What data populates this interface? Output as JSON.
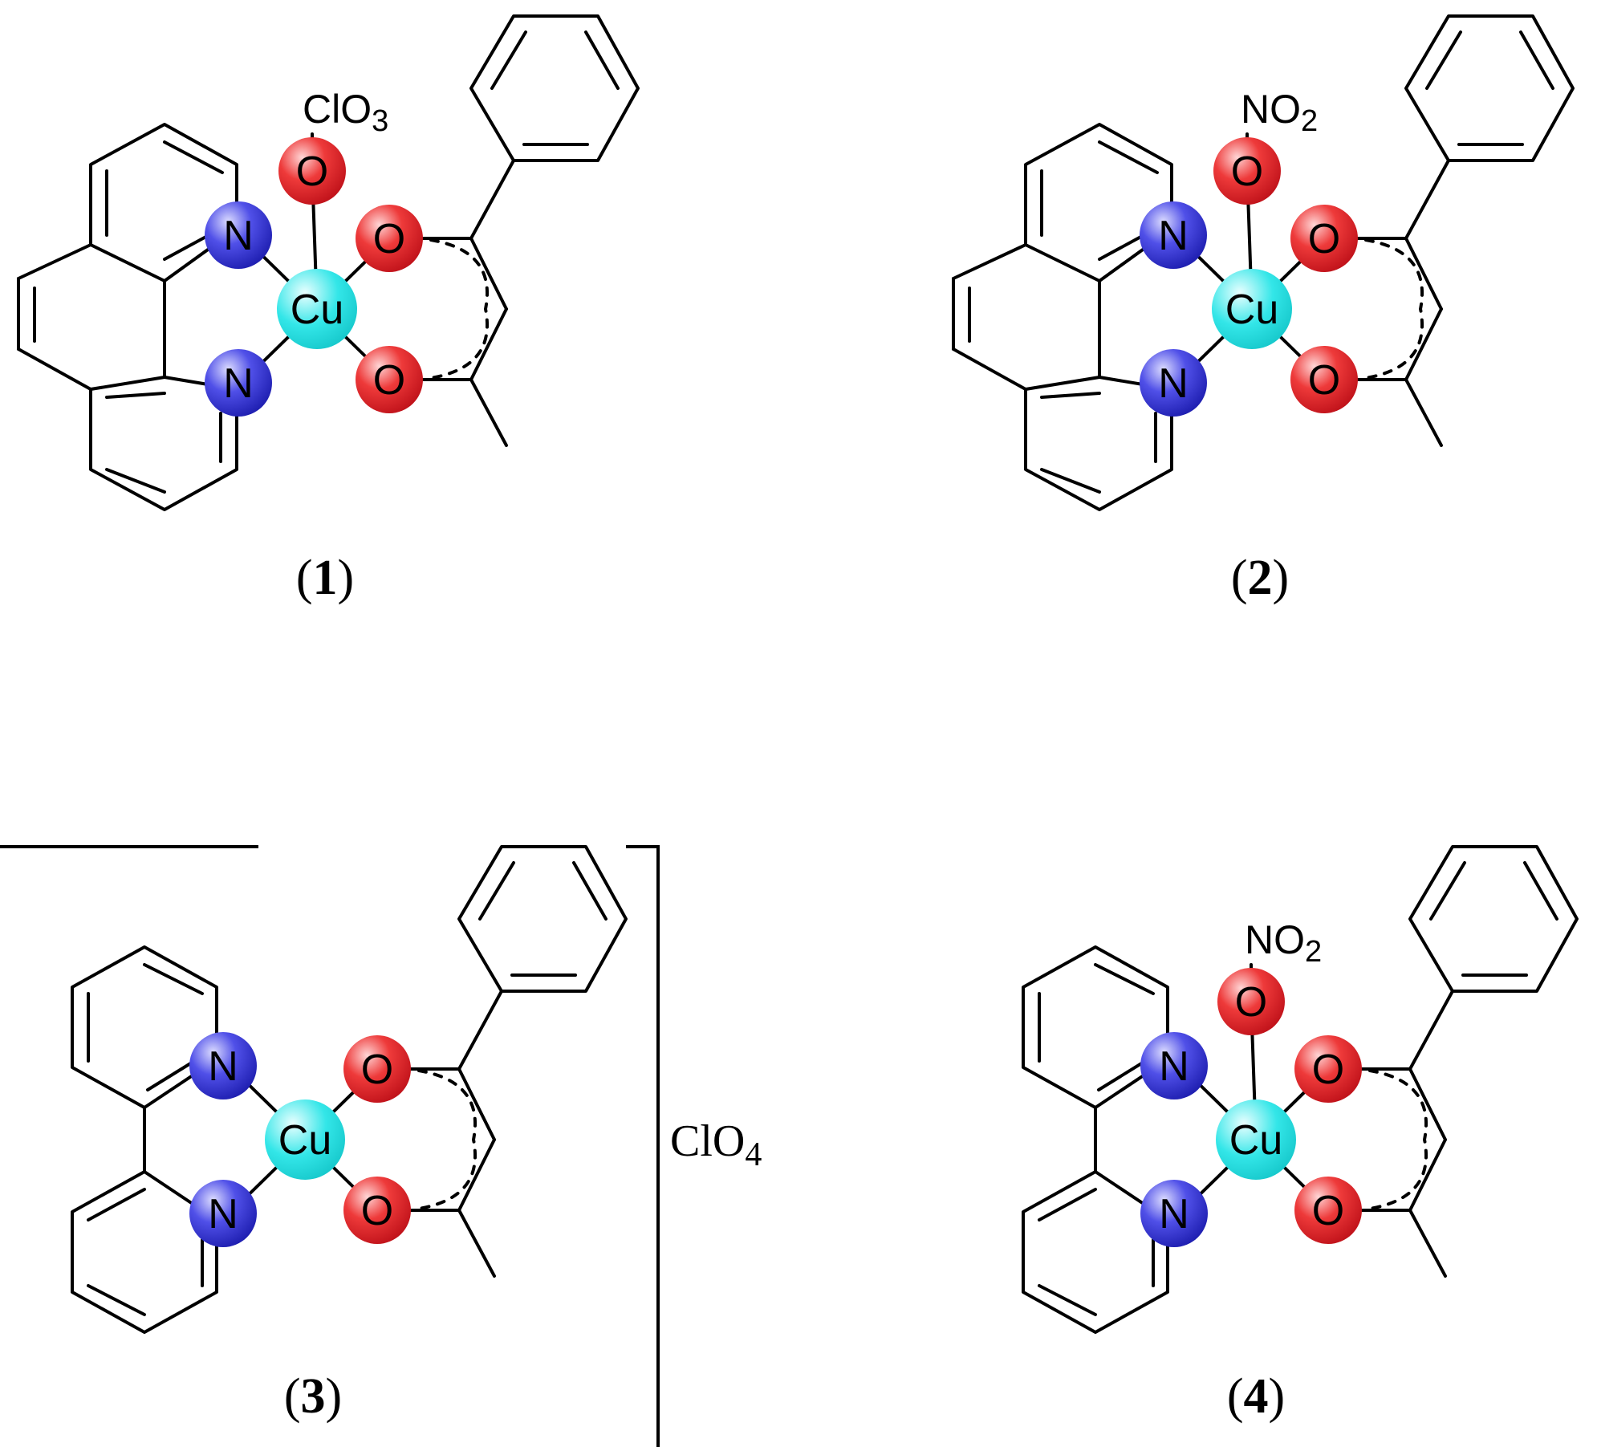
{
  "atoms": {
    "copper": "Cu",
    "nitrogen": "N",
    "oxygen": "O"
  },
  "colors": {
    "copper": "#33e6e8",
    "nitrogen": "#3b3bdb",
    "oxygen": "#e8262a"
  },
  "structures": [
    {
      "id": "1",
      "caption_open": "(",
      "caption_number": "1",
      "caption_close": ")",
      "ligand": "phenanthroline",
      "axial": {
        "main": "ClO",
        "subscript": "3"
      }
    },
    {
      "id": "2",
      "caption_open": "(",
      "caption_number": "2",
      "caption_close": ")",
      "ligand": "phenanthroline",
      "axial": {
        "main": "NO",
        "subscript": "2"
      }
    },
    {
      "id": "3",
      "caption_open": "(",
      "caption_number": "3",
      "caption_close": ")",
      "ligand": "bipyridine",
      "counterion": {
        "main": "ClO",
        "subscript": "4"
      }
    },
    {
      "id": "4",
      "caption_open": "(",
      "caption_number": "4",
      "caption_close": ")",
      "ligand": "bipyridine",
      "axial": {
        "main": "NO",
        "subscript": "2"
      }
    }
  ]
}
